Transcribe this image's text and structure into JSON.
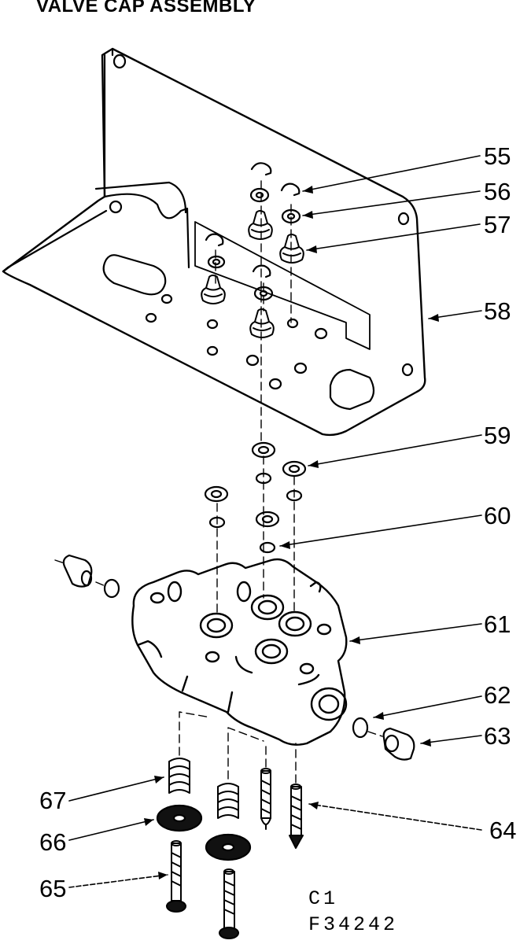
{
  "title": "VALVE CAP ASSEMBLY",
  "callouts": [
    {
      "id": "55",
      "label": "55"
    },
    {
      "id": "56",
      "label": "56"
    },
    {
      "id": "57",
      "label": "57"
    },
    {
      "id": "58",
      "label": "58"
    },
    {
      "id": "59",
      "label": "59"
    },
    {
      "id": "60",
      "label": "60"
    },
    {
      "id": "61",
      "label": "61"
    },
    {
      "id": "62",
      "label": "62"
    },
    {
      "id": "63",
      "label": "63"
    },
    {
      "id": "64",
      "label": "64"
    },
    {
      "id": "65",
      "label": "65"
    },
    {
      "id": "66",
      "label": "66"
    },
    {
      "id": "67",
      "label": "67"
    }
  ],
  "code_line1": "C1",
  "code_line2": "F34242"
}
